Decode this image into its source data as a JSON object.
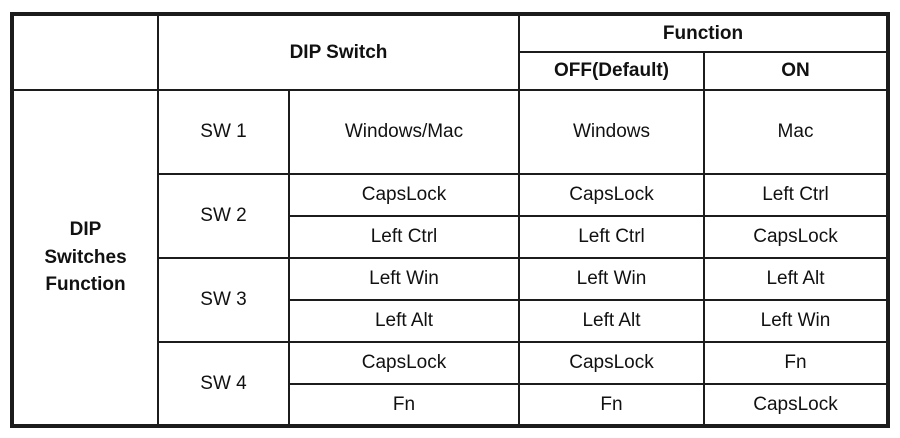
{
  "table": {
    "headers": {
      "dip_switch": "DIP Switch",
      "function": "Function",
      "off_default": "OFF(Default)",
      "on": "ON"
    },
    "row_label": {
      "line1": "DIP",
      "line2": "Switches",
      "line3": "Function"
    },
    "groups": [
      {
        "switch": "SW 1",
        "rows": [
          {
            "item": "Windows/Mac",
            "off": "Windows",
            "on": "Mac"
          }
        ]
      },
      {
        "switch": "SW 2",
        "rows": [
          {
            "item": "CapsLock",
            "off": "CapsLock",
            "on": "Left Ctrl"
          },
          {
            "item": "Left Ctrl",
            "off": "Left Ctrl",
            "on": "CapsLock"
          }
        ]
      },
      {
        "switch": "SW 3",
        "rows": [
          {
            "item": "Left Win",
            "off": "Left Win",
            "on": "Left Alt"
          },
          {
            "item": "Left Alt",
            "off": "Left Alt",
            "on": "Left Win"
          }
        ]
      },
      {
        "switch": "SW 4",
        "rows": [
          {
            "item": "CapsLock",
            "off": "CapsLock",
            "on": "Fn"
          },
          {
            "item": "Fn",
            "off": "Fn",
            "on": "CapsLock"
          }
        ]
      }
    ]
  }
}
